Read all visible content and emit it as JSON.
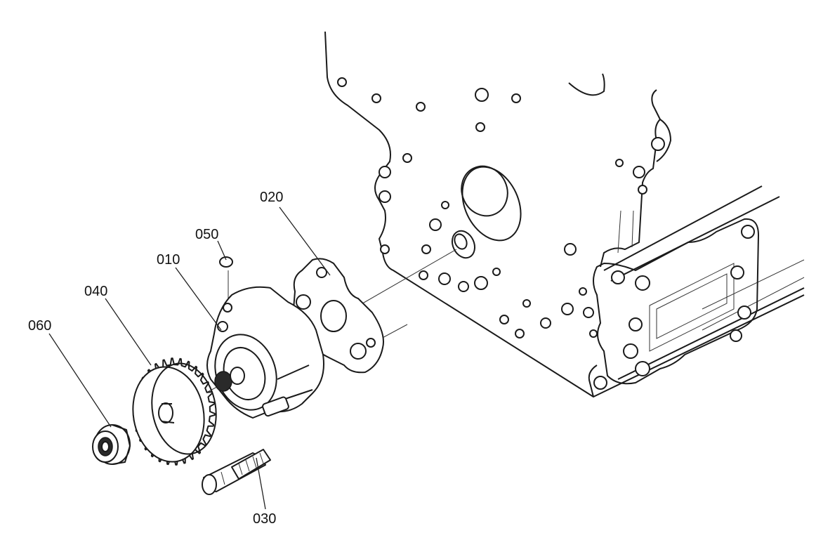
{
  "labels": {
    "part_010": "010",
    "part_020": "020",
    "part_030": "030",
    "part_040": "040",
    "part_050": "050",
    "part_060": "060"
  },
  "colors": {
    "ink": "#1a1a1a",
    "background": "#ffffff"
  }
}
